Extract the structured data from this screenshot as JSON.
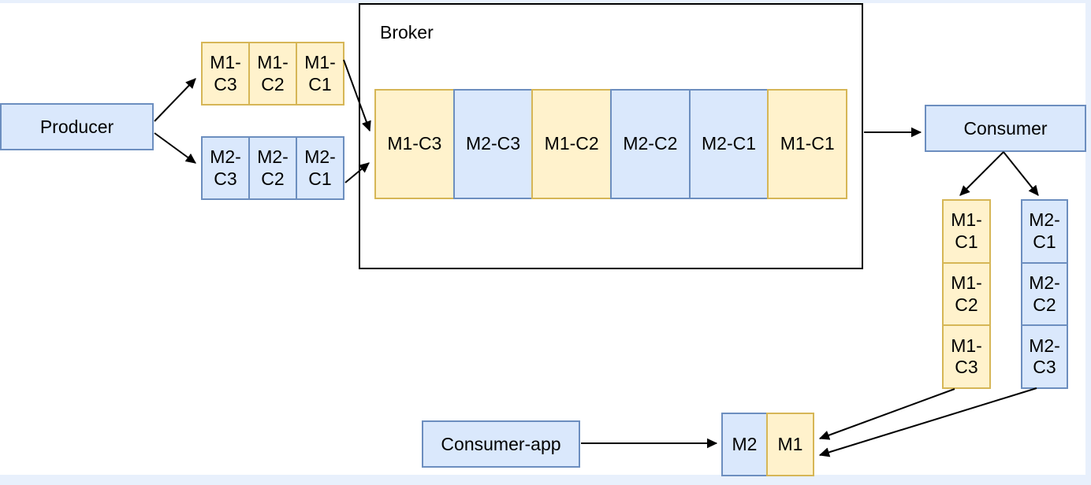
{
  "diagram": {
    "producer": {
      "label": "Producer"
    },
    "broker": {
      "label": "Broker"
    },
    "consumer": {
      "label": "Consumer"
    },
    "consumer_app": {
      "label": "Consumer-app"
    },
    "producer_queue_m1": {
      "cells": [
        "M1-\nC3",
        "M1-\nC2",
        "M1-\nC1"
      ]
    },
    "producer_queue_m2": {
      "cells": [
        "M2-\nC3",
        "M2-\nC2",
        "M2-\nC1"
      ]
    },
    "broker_queue": {
      "cells": [
        "M1-C3",
        "M2-C3",
        "M1-C2",
        "M2-C2",
        "M2-C1",
        "M1-C1"
      ]
    },
    "consumer_queue_m1": {
      "cells": [
        "M1-\nC1",
        "M1-\nC2",
        "M1-\nC3"
      ]
    },
    "consumer_queue_m2": {
      "cells": [
        "M2-\nC1",
        "M2-\nC2",
        "M2-\nC3"
      ]
    },
    "assembled_m2": {
      "label": "M2"
    },
    "assembled_m1": {
      "label": "M1"
    }
  },
  "colors": {
    "blue_fill": "#dae8fc",
    "blue_border": "#6c8ebf",
    "yellow_fill": "#fff2cc",
    "yellow_border": "#d6b656",
    "broker_border": "#000000",
    "arrow": "#000000",
    "canvas": "#ffffff",
    "frame": "#e8f0fc"
  }
}
